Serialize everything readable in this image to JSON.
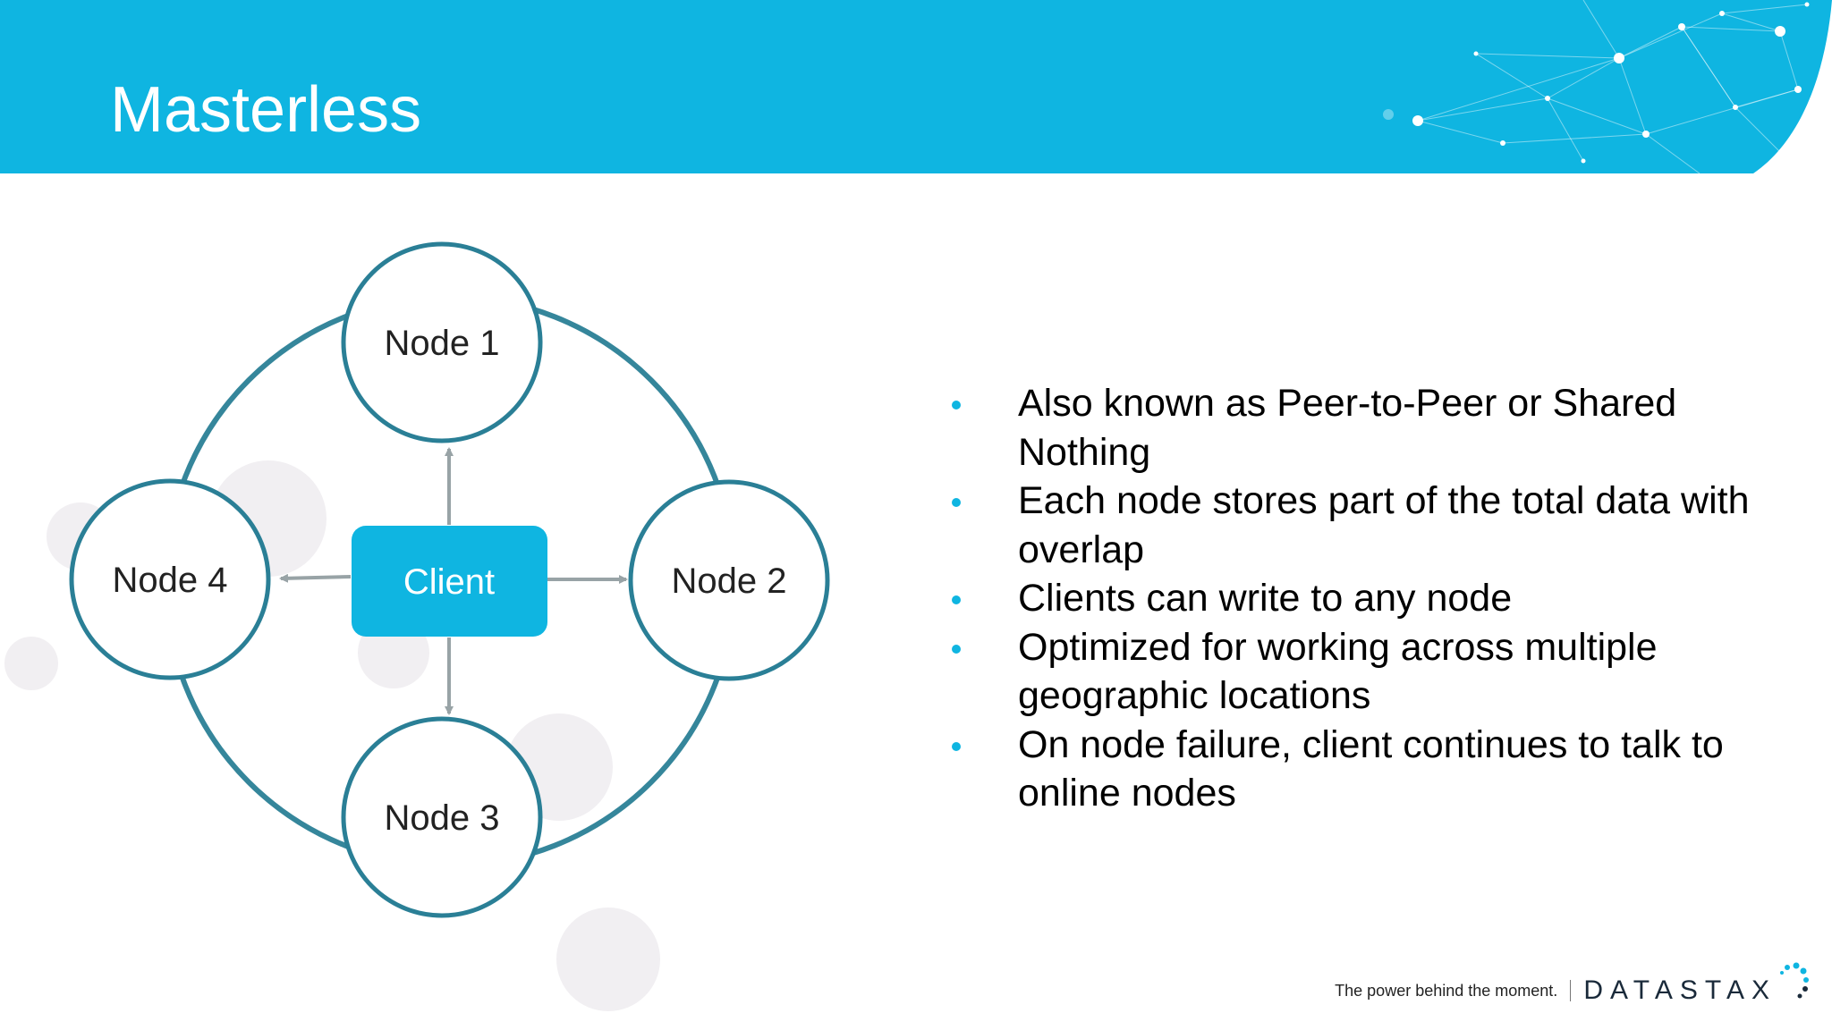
{
  "slide": {
    "title": "Masterless"
  },
  "diagram": {
    "client_label": "Client",
    "nodes": [
      {
        "id": "node-1",
        "label": "Node 1"
      },
      {
        "id": "node-2",
        "label": "Node 2"
      },
      {
        "id": "node-3",
        "label": "Node 3"
      },
      {
        "id": "node-4",
        "label": "Node 4"
      }
    ]
  },
  "bullets": [
    "Also known as Peer-to-Peer or Shared Nothing",
    "Each node stores part of the total data with overlap",
    "Clients can write to any node",
    "Optimized for working across multiple geographic locations",
    "On node failure, client continues to talk to online nodes"
  ],
  "footer": {
    "tagline": "The power behind the moment.",
    "brand": "DATASTAX",
    "brand_mark_icon": "datastax-dots-icon"
  },
  "colors": {
    "accent": "#0fb5e1",
    "node_border": "#2a7f96",
    "ring": "#2a7f96",
    "arrow": "#98a3a6"
  }
}
